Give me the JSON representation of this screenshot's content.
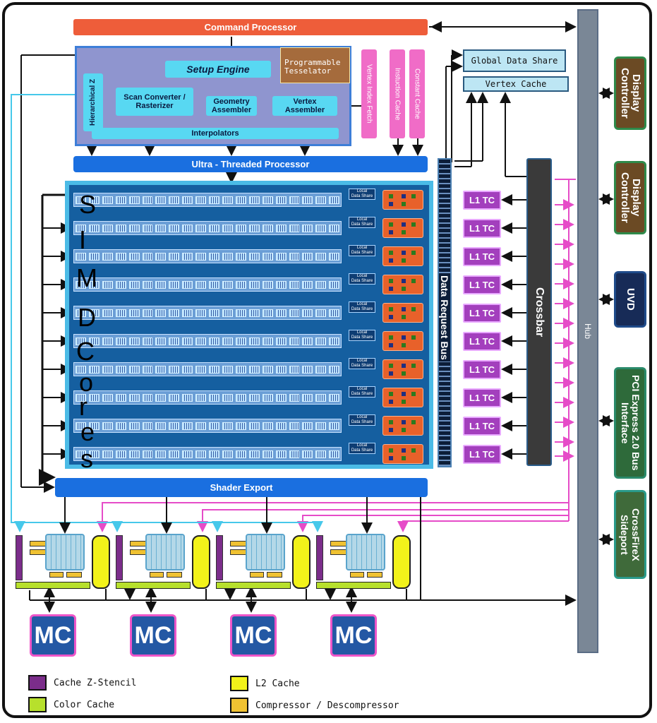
{
  "top": {
    "command_processor": "Command Processor",
    "setup_engine": "Setup Engine",
    "programmable_tesselator": "Programmable\nTesselator",
    "hierarchical_z": "Hierarchical Z",
    "scan_converter": "Scan Converter /\nRasterizer",
    "geometry_assembler": "Geometry\nAssembler",
    "vertex_assembler": "Vertex\nAssembler",
    "interpolators": "Interpolators",
    "vertex_index_fetch": "Vertex Index Fetch",
    "instruction_cache": "Instuction Cache",
    "constant_cache": "Constant Cache",
    "global_data_share": "Global Data Share",
    "vertex_cache": "Vertex Cache",
    "ultra_threaded_processor": "Ultra - Threaded Processor"
  },
  "core": {
    "simd_letters": [
      "S",
      "I",
      "M",
      "D",
      "C",
      "o",
      "r",
      "e",
      "s"
    ],
    "local_data_share": "Local\nData Share",
    "data_request_bus": "Data Request Bus",
    "crossbar": "Crossbar",
    "l1tc": "L1 TC",
    "hub": "Hub",
    "shader_export": "Shader Export"
  },
  "side": {
    "display_controller_1": "Display Controller",
    "display_controller_2": "Display Controller",
    "uvd": "UVD",
    "pci_express": "PCI Express 2.0 Bus Interface",
    "crossfirex": "CrossFireX Sideport"
  },
  "memory": {
    "mc_labels": [
      "MC",
      "MC",
      "MC",
      "MC"
    ]
  },
  "legend": {
    "z_stencil": "Cache Z-Stencil",
    "color_cache": "Color Cache",
    "l2_cache": "L2 Cache",
    "compressor": "Compressor / Descompressor"
  },
  "colors": {
    "command_processor": "#ee5d3a",
    "ultra_threaded": "#1a6fe0",
    "l1tc": "#a33fbd",
    "z_stencil": "#7b2d8a",
    "color_cache": "#b7e02c",
    "l2_cache": "#f2f21a",
    "compressor": "#f0c232",
    "display_controller": "#6b4a24",
    "uvd": "#172b57",
    "pci_express": "#2e6a3a",
    "crossfirex": "#3f6a3a",
    "hub": "#7a8796"
  }
}
